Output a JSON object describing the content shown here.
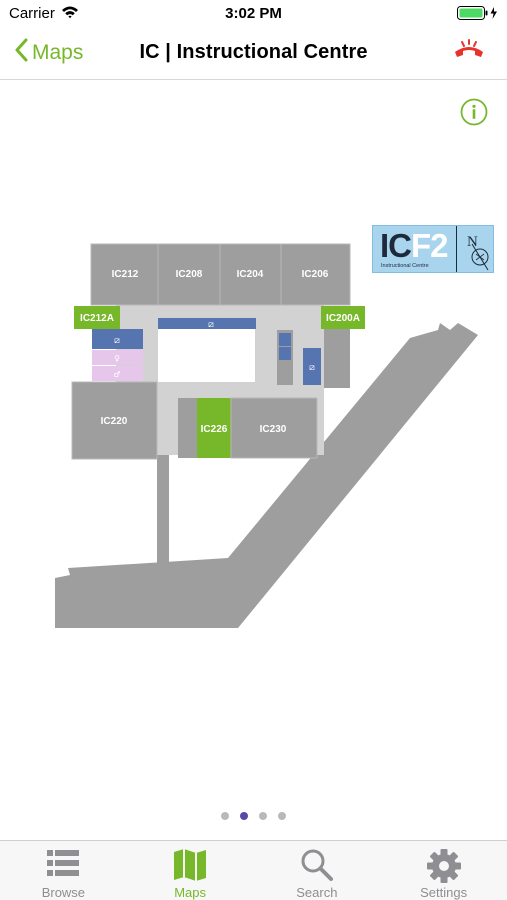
{
  "status_bar": {
    "carrier": "Carrier",
    "time": "3:02 PM"
  },
  "nav": {
    "back_label": "Maps",
    "title": "IC | Instructional Centre"
  },
  "floor_badge": {
    "building_code": "IC",
    "floor_code": "F2",
    "subtitle": "Instructional Centre",
    "north_letter": "N"
  },
  "rooms": {
    "ic212": "IC212",
    "ic208": "IC208",
    "ic204": "IC204",
    "ic206": "IC206",
    "ic212a": "IC212A",
    "ic200a": "IC200A",
    "ic220": "IC220",
    "ic226": "IC226",
    "ic230": "IC230"
  },
  "map_colors": {
    "room": "#9e9e9e",
    "corridor": "#d2d2d2",
    "highlight": "#76b82a",
    "service": "#5574b0",
    "washroom": "#e6c6ea",
    "badge": "#a8d4ee"
  },
  "page_control": {
    "count": 4,
    "active_index": 1
  },
  "tabs": [
    {
      "label": "Browse",
      "icon": "list-icon",
      "selected": false
    },
    {
      "label": "Maps",
      "icon": "map-icon",
      "selected": true
    },
    {
      "label": "Search",
      "icon": "search-icon",
      "selected": false
    },
    {
      "label": "Settings",
      "icon": "gear-icon",
      "selected": false
    }
  ]
}
